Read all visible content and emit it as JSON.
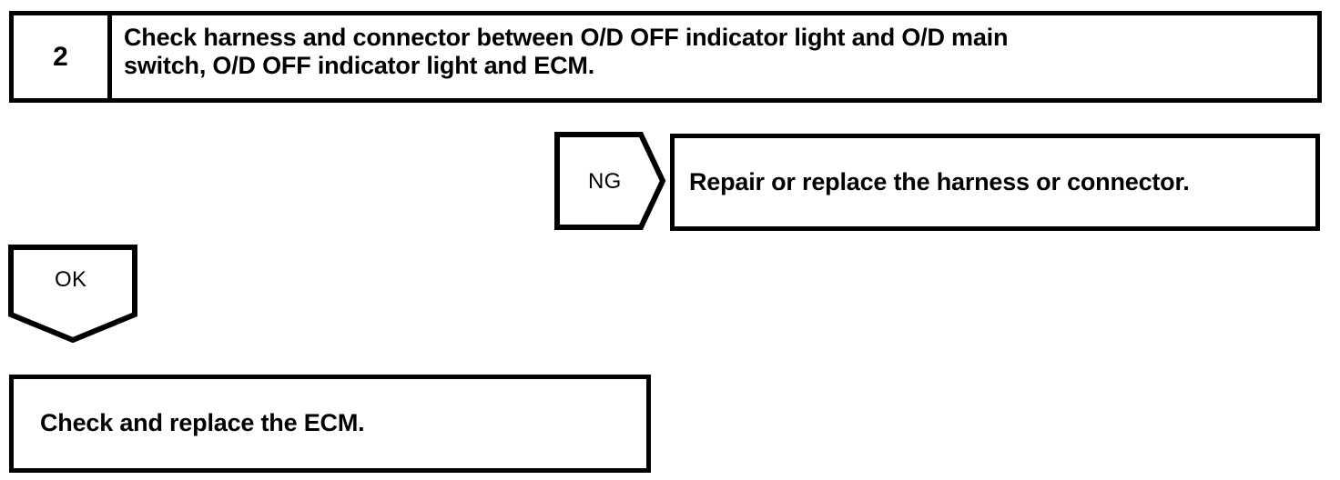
{
  "flowchart": {
    "step": {
      "number": "2",
      "instruction": "Check harness and connector between O/D OFF indicator light and O/D main\nswitch, O/D OFF indicator light and ECM."
    },
    "branches": [
      {
        "id": "ng",
        "label": "NG",
        "direction": "right",
        "result_text": "Repair or replace the harness or connector."
      },
      {
        "id": "ok",
        "label": "OK",
        "direction": "down",
        "result_text": "Check and replace the ECM."
      }
    ],
    "colors": {
      "line": "#000000",
      "background": "#ffffff",
      "text": "#000000"
    }
  }
}
